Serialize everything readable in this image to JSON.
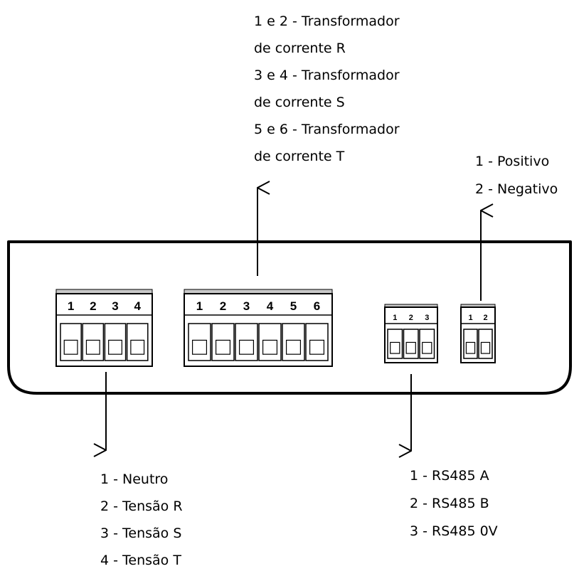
{
  "current_transformers": {
    "lines": [
      "1 e 2 - Transformador",
      "de corrente R",
      "3 e 4 - Transformador",
      "de corrente S",
      "5 e 6 - Transformador",
      "de corrente T"
    ]
  },
  "power": {
    "lines": [
      "1 - Positivo",
      "2 - Negativo"
    ]
  },
  "voltage": {
    "lines": [
      "1 - Neutro",
      "2 - Tensão R",
      "3 - Tensão S",
      "4 - Tensão T"
    ]
  },
  "rs485": {
    "lines": [
      "1 - RS485 A",
      "2 - RS485 B",
      "3 - RS485 0V"
    ]
  },
  "terminals": {
    "voltage_pins": [
      "1",
      "2",
      "3",
      "4"
    ],
    "ct_pins": [
      "1",
      "2",
      "3",
      "4",
      "5",
      "6"
    ],
    "rs485_pins": [
      "1",
      "2",
      "3"
    ],
    "power_pins": [
      "1",
      "2"
    ]
  }
}
